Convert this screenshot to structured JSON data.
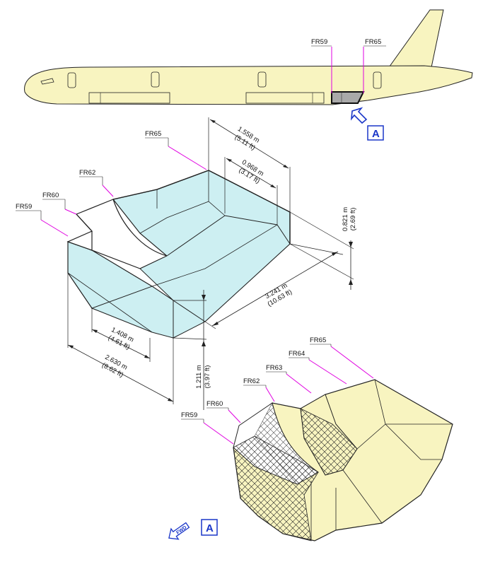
{
  "colors": {
    "fuselage": "#f8f4c0",
    "cargo_fill": "#cdeff2",
    "frame_line": "#e000e0",
    "view_blue": "#1a36c8",
    "net_fill": "#ece8a8"
  },
  "side_view": {
    "frames": {
      "fr59": "FR59",
      "fr65": "FR65"
    },
    "view_label": "A"
  },
  "cargo_bay": {
    "frames": {
      "fr59": "FR59",
      "fr60": "FR60",
      "fr62": "FR62",
      "fr65": "FR65"
    },
    "dimensions": {
      "top_length": {
        "m": "1.558 m",
        "ft": "(5.11 ft)"
      },
      "inner_length": {
        "m": "0.968 m",
        "ft": "(3.17 ft)"
      },
      "height_rear": {
        "m": "0.821 m",
        "ft": "(2.69 ft)"
      },
      "floor_length": {
        "m": "3.241 m",
        "ft": "(10.63 ft)"
      },
      "lower_width": {
        "m": "1.408 m",
        "ft": "(4.61 ft)"
      },
      "lower_length": {
        "m": "2.630 m",
        "ft": "(8.62 ft)"
      },
      "height_front": {
        "m": "1.211 m",
        "ft": "(3.97 ft)"
      }
    }
  },
  "net_view": {
    "frames": {
      "fr59": "FR59",
      "fr60": "FR60",
      "fr62": "FR62",
      "fr63": "FR63",
      "fr64": "FR64",
      "fr65": "FR65"
    },
    "fwd_label": "FWD",
    "view_label": "A"
  }
}
